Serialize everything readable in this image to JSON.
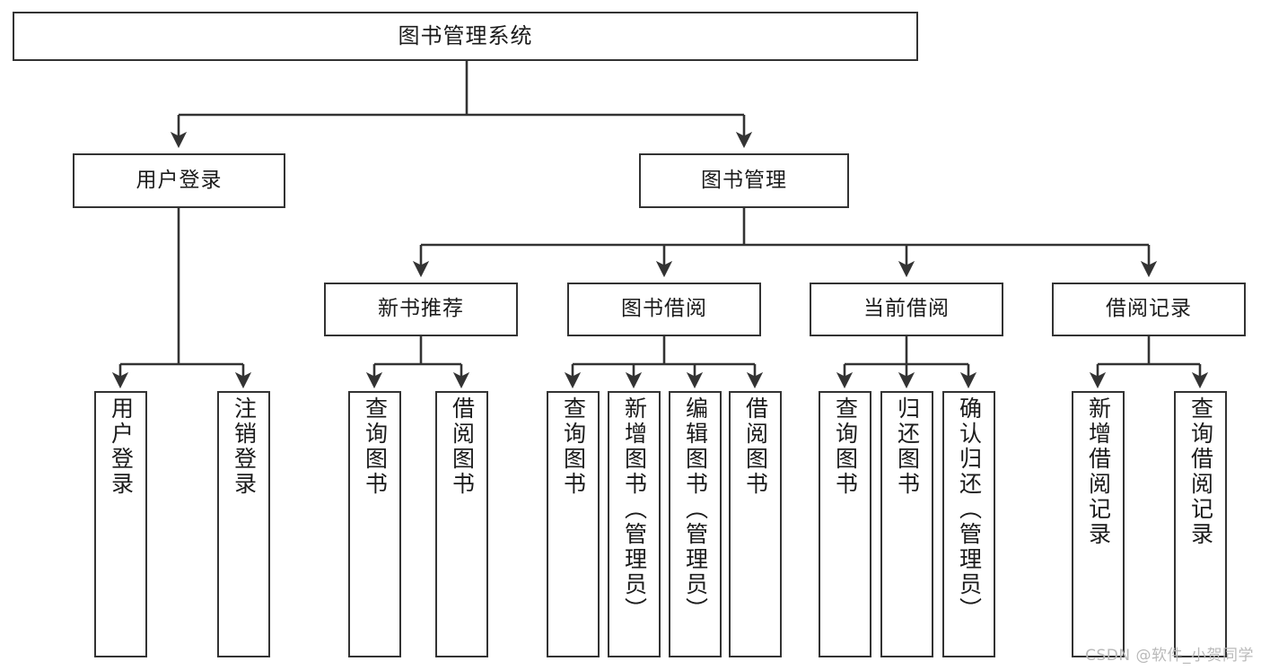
{
  "diagram": {
    "type": "hierarchy-tree",
    "title": "图书管理系统",
    "watermark": "CSDN @软件_小贺同学",
    "colors": {
      "stroke": "#333333",
      "fill": "#ffffff",
      "text": "#1b1b1b",
      "watermark": "#b9b9b9"
    },
    "root": {
      "label": "图书管理系统"
    },
    "level1": [
      {
        "label": "用户登录"
      },
      {
        "label": "图书管理"
      }
    ],
    "level2": [
      {
        "label": "新书推荐"
      },
      {
        "label": "图书借阅"
      },
      {
        "label": "当前借阅"
      },
      {
        "label": "借阅记录"
      }
    ],
    "leaves": {
      "user_login": [
        {
          "label": "用户登录"
        },
        {
          "label": "注销登录"
        }
      ],
      "new_book": [
        {
          "label": "查询图书"
        },
        {
          "label": "借阅图书"
        }
      ],
      "borrow_book": [
        {
          "label": "查询图书"
        },
        {
          "label": "新增图书（管理员）"
        },
        {
          "label": "编辑图书（管理员）"
        },
        {
          "label": "借阅图书"
        }
      ],
      "current_borrow": [
        {
          "label": "查询图书"
        },
        {
          "label": "归还图书"
        },
        {
          "label": "确认归还（管理员）"
        }
      ],
      "borrow_record": [
        {
          "label": "新增借阅记录"
        },
        {
          "label": "查询借阅记录"
        }
      ]
    }
  }
}
